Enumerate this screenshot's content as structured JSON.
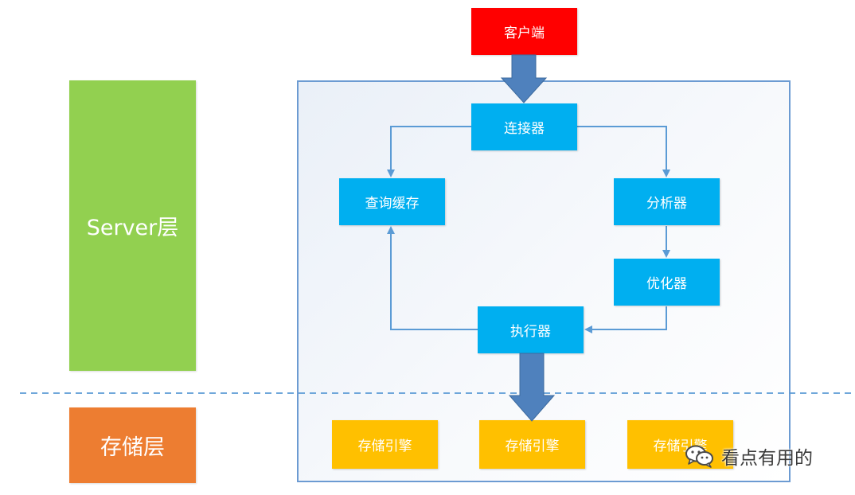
{
  "layers": {
    "server": {
      "label": "Server层",
      "color": "#92d050"
    },
    "storage": {
      "label": "存储层",
      "color": "#ed7d31"
    }
  },
  "nodes": {
    "client": "客户端",
    "connector": "连接器",
    "query_cache": "查询缓存",
    "analyzer": "分析器",
    "optimizer": "优化器",
    "executor": "执行器",
    "engines": [
      "存储引擎",
      "存储引擎",
      "存储引擎"
    ]
  },
  "colors": {
    "node_blue": "#00aff0",
    "engine_yellow": "#ffc000",
    "client_red": "#ff0000",
    "frame_border": "#6c9bd2",
    "arrow": "#5b9bd5"
  },
  "watermark": {
    "icon": "wechat-icon",
    "text": "看点有用的"
  }
}
